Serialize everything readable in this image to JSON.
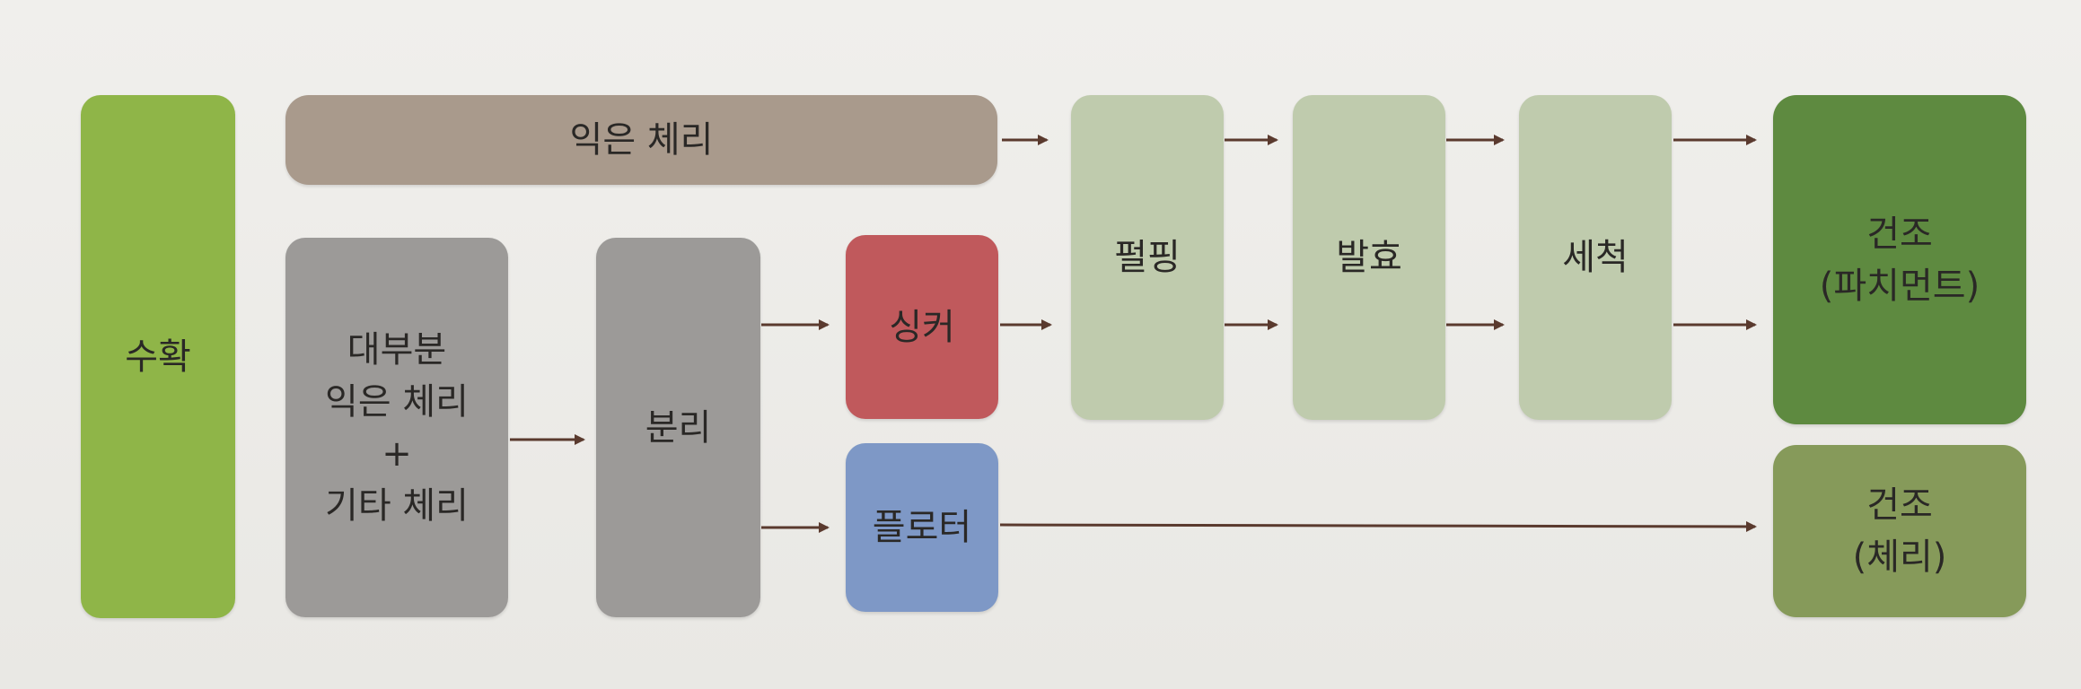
{
  "colors": {
    "harvest": "#8fb548",
    "washed": "#a99a8c",
    "gray_box": "#9c9a98",
    "sinker": "#c0595c",
    "floater": "#7e98c6",
    "process_step": "#bfcbad",
    "dry_parchment": "#5e8a40",
    "dry_cherry": "#869a5a",
    "arrow": "#5a3a2e"
  },
  "nodes": {
    "harvest": "수확",
    "washed_process": "익은 체리",
    "mixed_cherries": "대부분\n익은 체리\n+\n기타 체리",
    "separation": "분리",
    "sinker": "싱커",
    "floater": "플로터",
    "pulping": "펄핑",
    "fermentation": "발효",
    "washing": "세척",
    "dry_parchment": "건조\n(파치먼트)",
    "dry_cherry": "건조\n(체리)"
  }
}
